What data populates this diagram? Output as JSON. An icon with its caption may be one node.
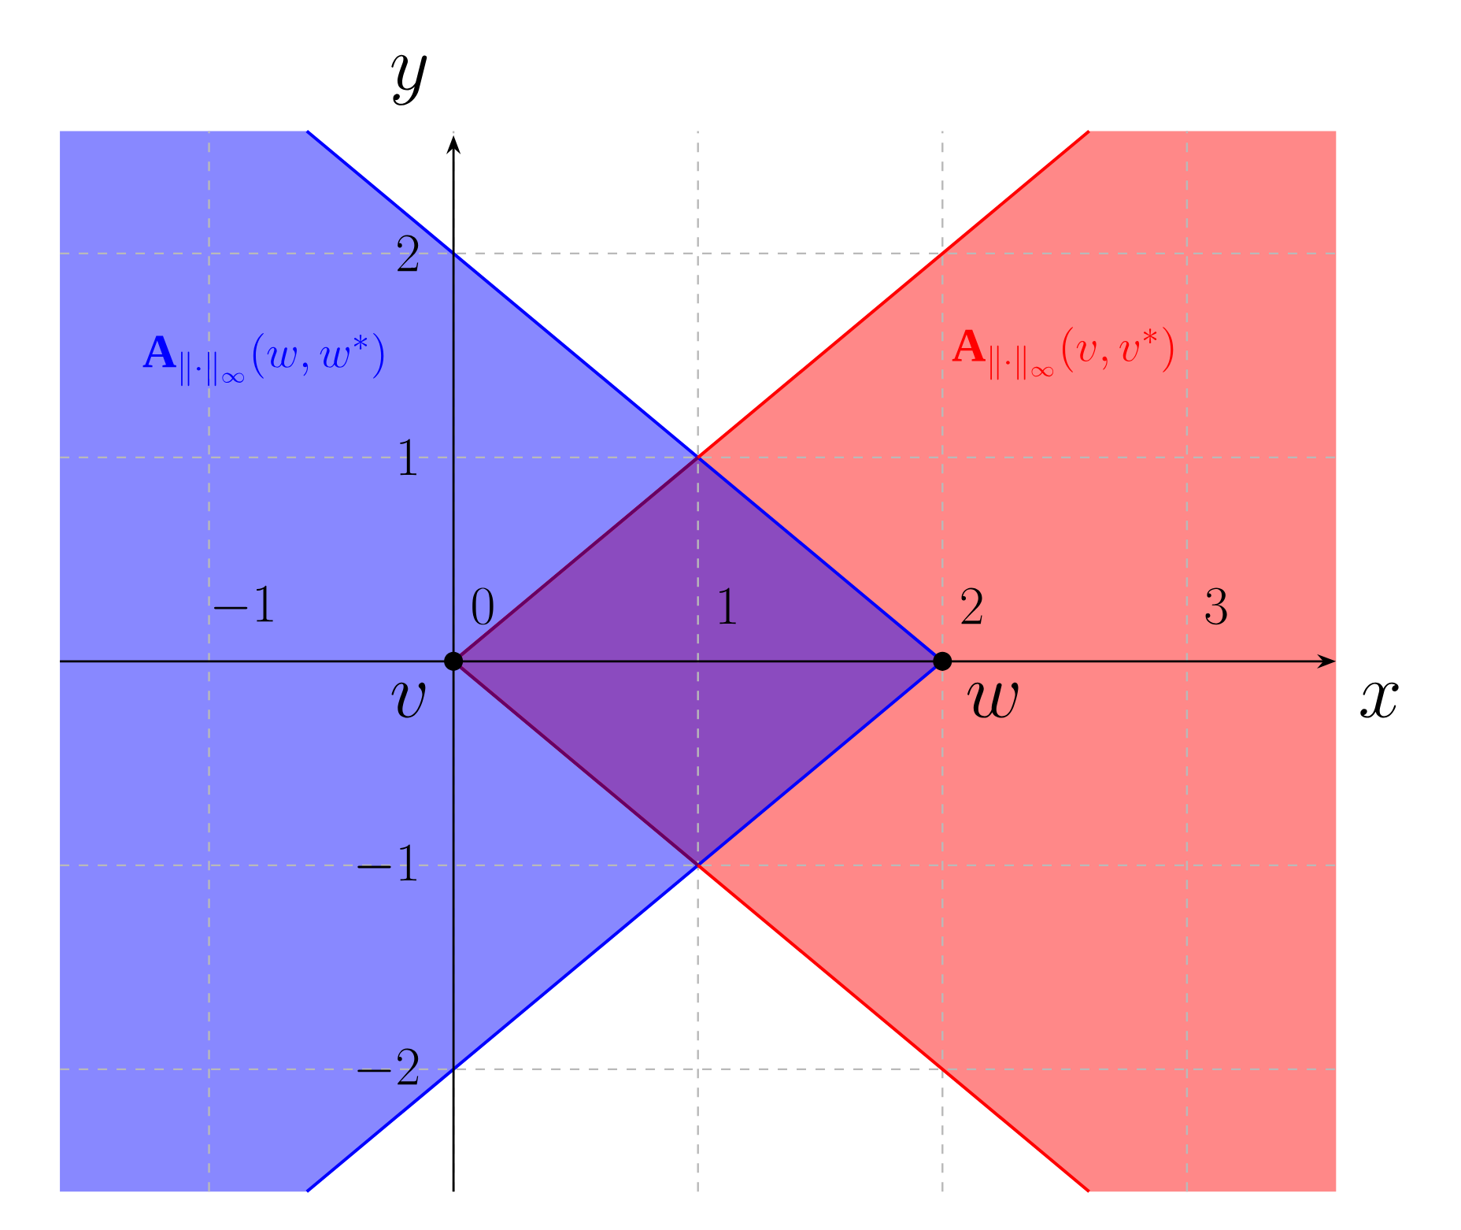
{
  "diagram": {
    "nodes": [
      {
        "text": [],
        "shape": "circle",
        "beside": [
          "v"
        ]
      },
      {
        "text": [],
        "shape": "circle",
        "beside": [
          "w"
        ]
      }
    ],
    "labels": [
      "y",
      "2",
      "\\mathbf{A}_{\\|\\cdot\\|_\\infty}(w,w^*)",
      "\\mathbf{A}_{\\|\\cdot\\|_\\infty}(v,v^*)",
      "1",
      "-1",
      "0",
      "1",
      "2",
      "3",
      "x",
      "-1",
      "-2"
    ]
  }
}
